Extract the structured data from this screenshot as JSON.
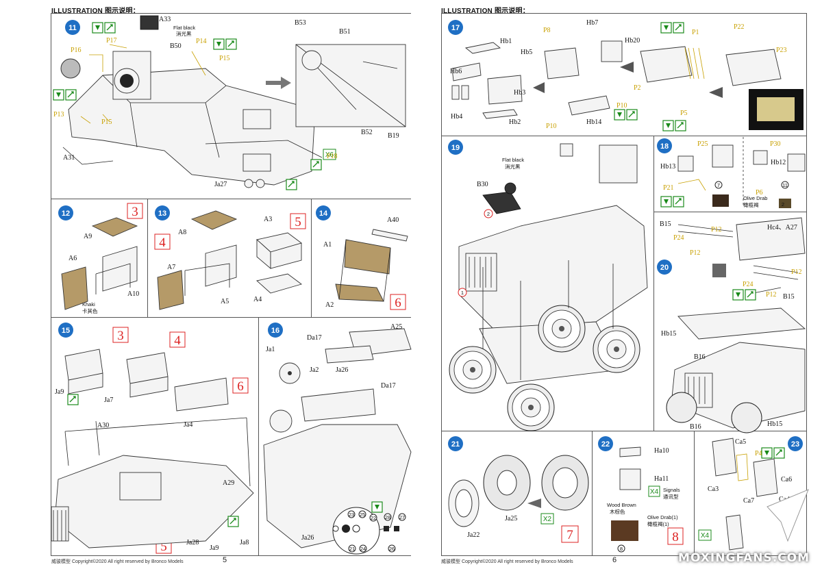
{
  "pages": [
    {
      "header": "ILLUSTRATION 图示说明：",
      "page_number": "5",
      "footer": "威骏模型   Copyright©2020  All right reserved by Bronco Models"
    },
    {
      "header": "ILLUSTRATION 图示说明：",
      "page_number": "6",
      "footer": "威骏模型   Copyright©2020  All right reserved by Bronco Models"
    }
  ],
  "steps": {
    "s11": {
      "number": "11",
      "labels": [
        "A33",
        "B50",
        "P16",
        "P17",
        "P14",
        "P15",
        "P13",
        "P15",
        "A31",
        "B53",
        "B51",
        "B52",
        "B19",
        "P18",
        "Ja27"
      ],
      "paint_note": "Flat black",
      "paint_note_cn": "消光黑",
      "multiplier": "X6"
    },
    "s12": {
      "number": "12",
      "labels": [
        "A9",
        "A6",
        "A10"
      ],
      "badge": "3",
      "paint_note": "Khaki",
      "paint_note_cn": "卡其色"
    },
    "s13": {
      "number": "13",
      "labels": [
        "A8",
        "A7",
        "A5",
        "A3",
        "A4"
      ],
      "badge_a": "4",
      "badge_b": "5"
    },
    "s14": {
      "number": "14",
      "labels": [
        "A40",
        "A1",
        "A2"
      ],
      "badge": "6"
    },
    "s15": {
      "number": "15",
      "labels": [
        "Ja9",
        "Ja7",
        "A30",
        "Ja4",
        "A29",
        "Ja28",
        "Ja9",
        "Ja8"
      ],
      "badges": [
        "3",
        "4",
        "6",
        "5"
      ]
    },
    "s16": {
      "number": "16",
      "labels": [
        "Ja1",
        "Ja2",
        "Da17",
        "Ja26",
        "A25",
        "Da17",
        "Ja26"
      ],
      "circles": [
        "23",
        "25",
        "22",
        "28",
        "27",
        "21",
        "24",
        "26"
      ]
    },
    "s17": {
      "number": "17",
      "labels": [
        "Hb1",
        "Hb5",
        "Hb6",
        "Hb3",
        "Hb4",
        "Hb2",
        "P8",
        "Hb7",
        "Hb20",
        "P1",
        "P2",
        "P10",
        "Hb14",
        "P10",
        "P5",
        "P22",
        "P23"
      ]
    },
    "s18": {
      "number": "18",
      "labels": [
        "P25",
        "Hb13",
        "P21",
        "P30",
        "Hb12",
        "P6"
      ],
      "circles": [
        "7",
        "11"
      ],
      "paint_note": "Olive Drab",
      "paint_note_cn": "橄榄褐",
      "badge": "2"
    },
    "s19": {
      "number": "19",
      "labels": [
        "B30"
      ],
      "paint_note": "Flat black",
      "paint_note_cn": "消光黑",
      "circles": [
        "2",
        "1"
      ]
    },
    "s20": {
      "number": "20",
      "labels": [
        "B15",
        "P12",
        "Hc4、A27",
        "P24",
        "P12",
        "P12",
        "P24",
        "P12",
        "B15",
        "Hb15",
        "B16",
        "Hb15",
        "B16"
      ]
    },
    "s21": {
      "number": "21",
      "labels": [
        "Ja25",
        "Ja22"
      ],
      "multiplier": "X2",
      "badge": "7"
    },
    "s22": {
      "number": "22",
      "labels": [
        "Ha10",
        "Ha11"
      ],
      "multiplier": "X4",
      "signals": "Signals",
      "signals_cn": "通讯型",
      "paint_a": "Wood Brown",
      "paint_a_cn": "木棕色",
      "paint_b": "Olive Drab(1)",
      "paint_b_cn": "橄榄褐(1)",
      "circle": "8",
      "badge": "8"
    },
    "s23": {
      "number": "23",
      "labels": [
        "Ca5",
        "P4",
        "Ca6",
        "Ca3",
        "Ca7",
        "Ca4"
      ],
      "multiplier": "X4"
    }
  },
  "watermark": "MOXINGFANS.COM",
  "colors": {
    "step_badge": "#1f6fc4",
    "red_badge": "#d22222",
    "yellow_label": "#c8a000",
    "green_icon": "#1a8a1a",
    "khaki": "#b59a68"
  }
}
